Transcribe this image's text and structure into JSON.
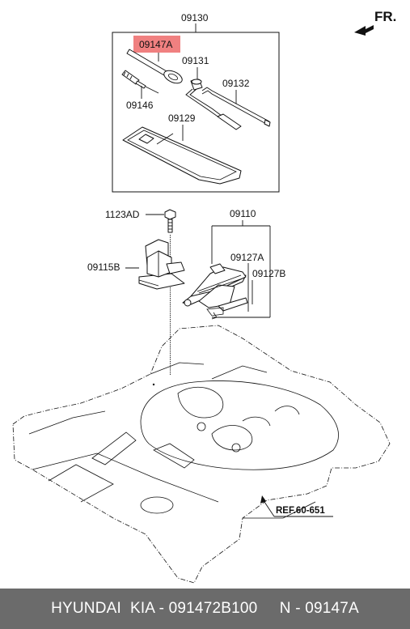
{
  "diagram": {
    "direction_label": "FR.",
    "parts": {
      "kit": "09130",
      "handle": "09147A",
      "screwdriver": "09146",
      "hook": "09131",
      "rod": "09132",
      "pouch": "09129",
      "bolt": "1123AD",
      "holder": "09115B",
      "jack": "09110",
      "jack_part_a": "09127A",
      "jack_part_b": "09127B"
    },
    "reference": "REF.60-651",
    "highlight_color": "#f08080"
  },
  "footer": {
    "text": "HYUNDAI  KIA - 091472B100     N - 09147A"
  }
}
